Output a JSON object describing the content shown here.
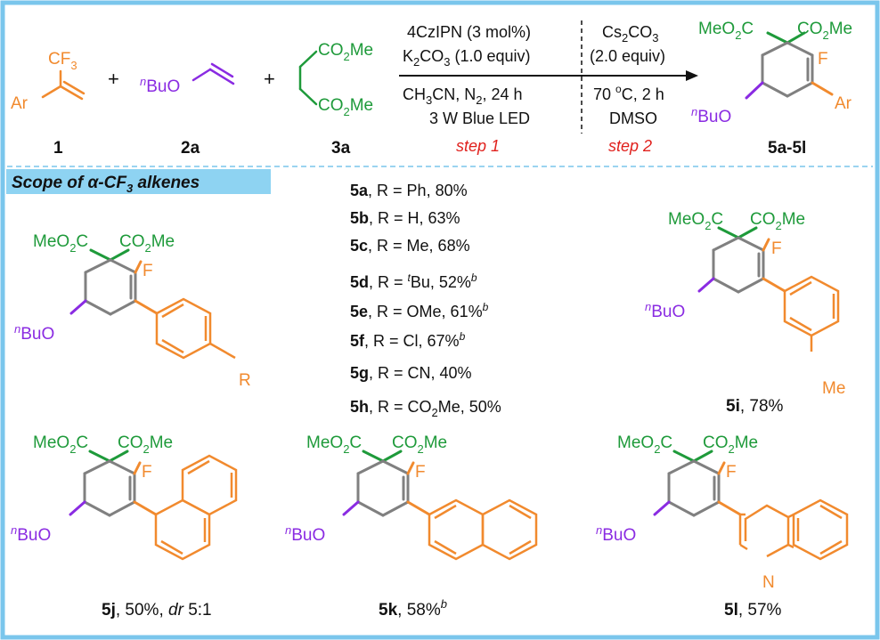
{
  "colors": {
    "frame": "#7ac6ec",
    "orange": "#f18a2e",
    "purple": "#8a2be2",
    "green": "#1e9a3a",
    "red": "#e0201c",
    "ring": "#808080",
    "black": "#111111",
    "banner": "#8ed3f2"
  },
  "reactants": {
    "r1": {
      "cf3": "CF",
      "cf3_sub": "3",
      "ar": "Ar",
      "label": "1"
    },
    "plus1": "+",
    "r2": {
      "nbu": "n",
      "bu": "BuO",
      "label": "2a"
    },
    "plus2": "+",
    "r3": {
      "top_ester": "CO",
      "top_sub": "2",
      "top_me": "Me",
      "bot_ester": "CO",
      "bot_sub": "2",
      "bot_me": "Me",
      "label": "3a"
    }
  },
  "step1": {
    "line1": "4CzIPN (3 mol%)",
    "line2_pre": "K",
    "line2_sub": "2",
    "line2_mid": "CO",
    "line2_sub2": "3",
    "line2_post": " (1.0 equiv)",
    "line3_pre": "CH",
    "line3_sub": "3",
    "line3_mid": "CN, N",
    "line3_sub2": "2",
    "line3_post": ", 24 h",
    "line4": "3 W Blue LED",
    "label": "step 1"
  },
  "step2": {
    "line1_pre": "Cs",
    "line1_sub": "2",
    "line1_mid": "CO",
    "line1_sub2": "3",
    "line2": "(2.0 equiv)",
    "line3": "70 ",
    "line3_deg": "o",
    "line3_post": "C, 2 h",
    "line4": "DMSO",
    "label": "step 2"
  },
  "product": {
    "meo2c_pre": "MeO",
    "meo2c_sub": "2",
    "meo2c_post": "C",
    "co2me_pre": "CO",
    "co2me_sub": "2",
    "co2me_post": "Me",
    "f": "F",
    "ar": "Ar",
    "nbu": "n",
    "bu": "BuO",
    "label": "5a-5l"
  },
  "banner": {
    "pre": "Scope of α-CF",
    "sub": "3",
    "post": " alkenes"
  },
  "rlist": [
    {
      "id": "5a",
      "text": ", R = Ph, 80%",
      "sup": ""
    },
    {
      "id": "5b",
      "text": ", R = H, 63%",
      "sup": ""
    },
    {
      "id": "5c",
      "text": ", R = Me, 68%",
      "sup": ""
    },
    {
      "id": "5d",
      "text_pre": ", R = ",
      "t": "t",
      "text": "Bu, 52%",
      "sup": "b"
    },
    {
      "id": "5e",
      "text": ", R = OMe, 61%",
      "sup": "b"
    },
    {
      "id": "5f",
      "text": ", R = Cl, 67%",
      "sup": "b"
    },
    {
      "id": "5g",
      "text": ", R = CN, 40%",
      "sup": ""
    },
    {
      "id": "5h",
      "text_pre": ", R = CO",
      "sub": "2",
      "text": "Me, 50%",
      "sup": ""
    }
  ],
  "compounds": {
    "generic": {
      "r": "R"
    },
    "c5i": {
      "me": "Me",
      "id": "5i",
      "yield": ", 78%"
    },
    "c5j": {
      "id": "5j",
      "yield": ", 50%, ",
      "dr": "dr",
      "ratio": " 5:1"
    },
    "c5k": {
      "id": "5k",
      "yield": ", 58%",
      "sup": "b"
    },
    "c5l": {
      "n": "N",
      "id": "5l",
      "yield": ", 57%"
    }
  }
}
